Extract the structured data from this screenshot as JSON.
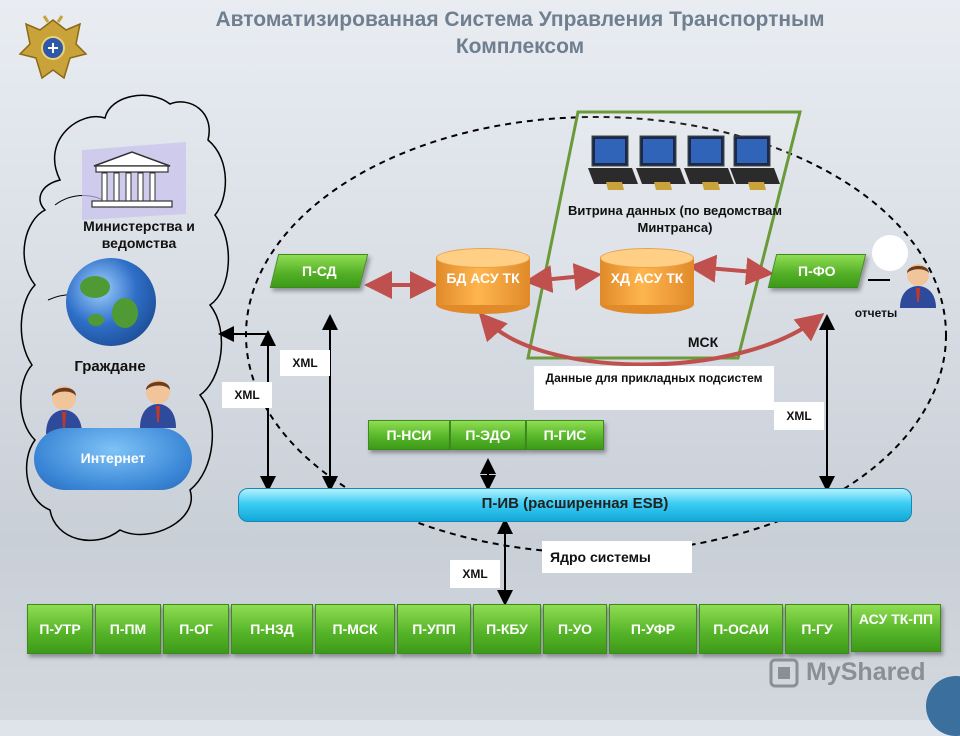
{
  "title": "Автоматизированная Система Управления Транспортным Комплексом",
  "left_cloud": {
    "ministries_label": "Министерства и ведомства",
    "citizens_label": "Граждане",
    "internet_label": "Интернет"
  },
  "top_modules": {
    "p_sd": "П-СД",
    "p_fo": "П-ФО"
  },
  "databases": {
    "bd": "БД АСУ ТК",
    "hd": "ХД АСУ ТК"
  },
  "showcase": {
    "label": "Витрина данных (по ведомствам Минтранса)",
    "msk_label": "МСК"
  },
  "reports_label": "отчеты",
  "applied_data_label": "Данные для прикладных подсистем",
  "middle_modules": [
    "П-НСИ",
    "П-ЭДО",
    "П-ГИС"
  ],
  "xml_labels": {
    "xml_left": "XML",
    "xml_sd": "XML",
    "xml_right": "XML",
    "xml_bottom": "XML"
  },
  "esb_label": "П-ИВ (расширенная ESB)",
  "core_label": "Ядро системы",
  "bottom_modules": [
    "П-УТР",
    "П-ПМ",
    "П-ОГ",
    "П-НЗД",
    "П-МСК",
    "П-УПП",
    "П-КБУ",
    "П-УО",
    "П-УФР",
    "П-ОСАИ",
    "П-ГУ",
    "АСУ ТК-ПП"
  ],
  "watermark": "MyShared",
  "colors": {
    "module_green": "#52ae25",
    "db_orange": "#f5a23c",
    "esb_cyan": "#3ccdf3",
    "connector_red": "#c0504d",
    "title_gray": "#6f7f8f"
  }
}
